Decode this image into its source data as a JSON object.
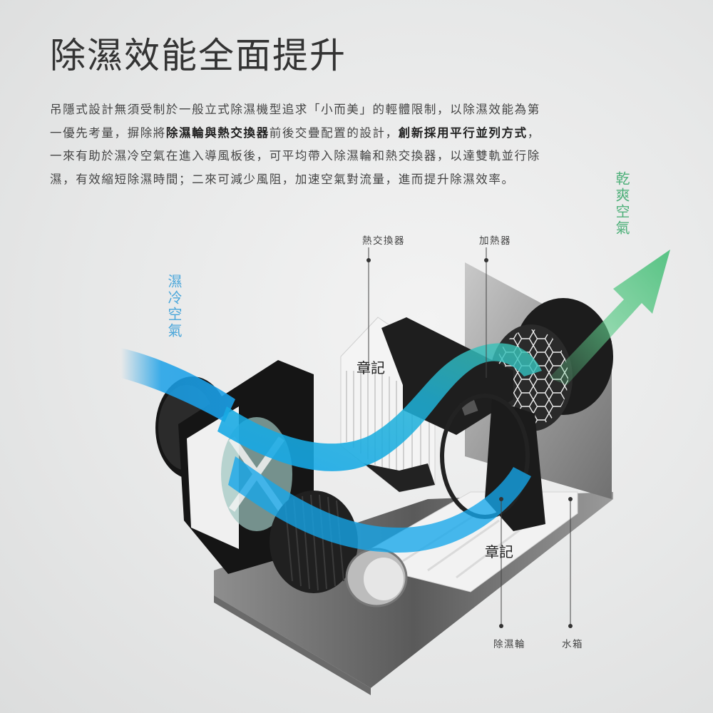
{
  "title": "除濕效能全面提升",
  "paragraph": {
    "p1": "吊隱式設計無須受制於一般立式除濕機型追求「小而美」的輕體限制，以除濕效能為第一優先考量，摒除將",
    "b1": "除濕輪與熱交換器",
    "p2": "前後交疊配置的設計，",
    "b2": "創新採用平行並列方式",
    "p3": "，一來有助於濕冷空氣在進入導風板後，可平均帶入除濕輪和熱交換器，以達雙軌並行除濕，有效縮短除濕時間；二來可減少風阻，加速空氣對流量，進而提升除濕效率。"
  },
  "airflow": {
    "wet_air": "濕冷空氣",
    "dry_air": "乾爽空氣"
  },
  "parts": {
    "heat_exchanger": "熱交換器",
    "heater": "加熱器",
    "desiccant_wheel": "除濕輪",
    "water_tank": "水箱"
  },
  "watermarks": [
    "章記",
    "章記"
  ],
  "colors": {
    "wet_air": "#4aa6da",
    "dry_air": "#4fb07a",
    "flow_blue": "#1aa0e8",
    "flow_green": "#5fcb8a"
  }
}
